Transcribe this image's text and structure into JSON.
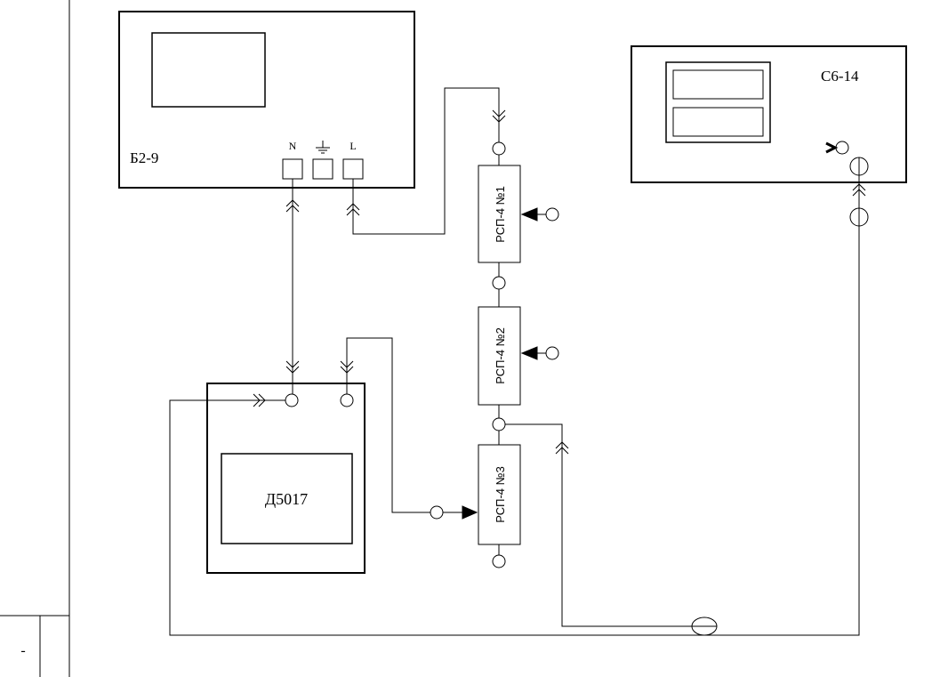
{
  "devices": {
    "b29": {
      "label": "Б2-9",
      "terminal_n": "N",
      "terminal_l": "L"
    },
    "c614": {
      "label": "С6-14"
    },
    "d5017": {
      "label": "Д5017"
    },
    "rsp1": {
      "label": "РСП-4  №1"
    },
    "rsp2": {
      "label": "РСП-4  №2"
    },
    "rsp3": {
      "label": "РСП-4  №3"
    }
  },
  "margin_box": {
    "text": "-"
  }
}
